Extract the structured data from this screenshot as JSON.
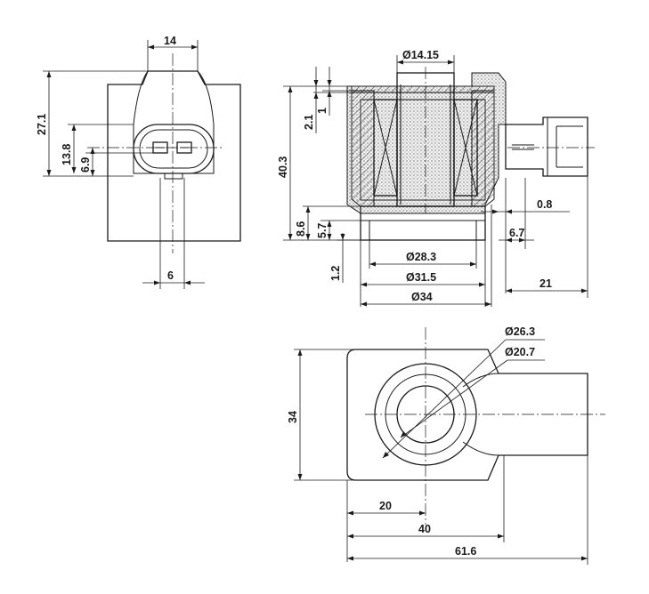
{
  "dimensions": {
    "front_width": "14",
    "front_height": "27.1",
    "connector_height": "13.8",
    "pin_height": "6.9",
    "pin_spacing": "6",
    "inner_bore": "Ø14.15",
    "top_step": "2.1",
    "top_lip": "1",
    "overall_height": "40.3",
    "base_height": "8.6",
    "base_step": "5.7",
    "bottom_lip": "1.2",
    "dia_inner_base": "Ø28.3",
    "dia_mid_base": "Ø31.5",
    "dia_outer": "Ø34",
    "connector_gap": "0.8",
    "connector_offset": "6.7",
    "connector_length": "21",
    "top_dia_outer": "Ø26.3",
    "top_dia_inner": "Ø20.7",
    "top_height": "34",
    "top_half": "20",
    "top_body": "40",
    "top_total": "61.6"
  }
}
